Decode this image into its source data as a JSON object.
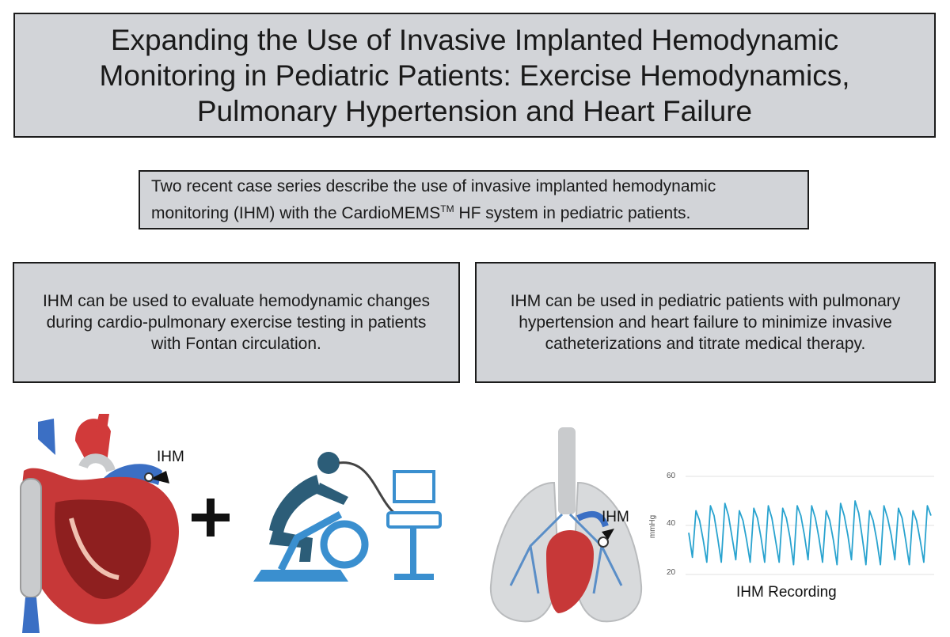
{
  "title": "Expanding the Use of Invasive Implanted Hemodynamic Monitoring in Pediatric Patients: Exercise Hemodynamics, Pulmonary Hypertension and Heart Failure",
  "intro": {
    "text_before": "Two recent case series describe the use of invasive implanted hemodynamic monitoring (IHM) with the CardioMEMS",
    "superscript": "TM",
    "text_after": " HF system in pediatric patients."
  },
  "left_finding": "IHM can be used to evaluate hemodynamic changes during cardio-pulmonary exercise testing in patients with Fontan circulation.",
  "right_finding": "IHM can be used in pediatric patients with pulmonary hypertension and heart failure to minimize invasive catheterizations and titrate medical therapy.",
  "heart_label": "IHM",
  "plus_symbol": "+",
  "lung_label": "IHM",
  "recording": {
    "label": "IHM Recording",
    "y_axis_label": "mmHg",
    "y_ticks": [
      "60",
      "40",
      "20"
    ],
    "line_color": "#29a3cf"
  },
  "chart_data": {
    "type": "line",
    "title": "IHM Recording",
    "xlabel": "",
    "ylabel": "mmHg",
    "ylim": [
      20,
      60
    ],
    "y_ticks": [
      20,
      40,
      60
    ],
    "grid": true,
    "series": [
      {
        "values": [
          37,
          27,
          46,
          42,
          34,
          25,
          48,
          44,
          35,
          25,
          49,
          44,
          35,
          26,
          46,
          42,
          34,
          25,
          47,
          43,
          35,
          25,
          48,
          43,
          34,
          25,
          47,
          43,
          35,
          24,
          48,
          44,
          36,
          26,
          48,
          43,
          35,
          25,
          46,
          42,
          34,
          24,
          49,
          44,
          36,
          26,
          50,
          45,
          35,
          24,
          46,
          42,
          34,
          24,
          48,
          43,
          36,
          26,
          47,
          43,
          34,
          24,
          46,
          42,
          34,
          25,
          48,
          44
        ]
      }
    ]
  }
}
